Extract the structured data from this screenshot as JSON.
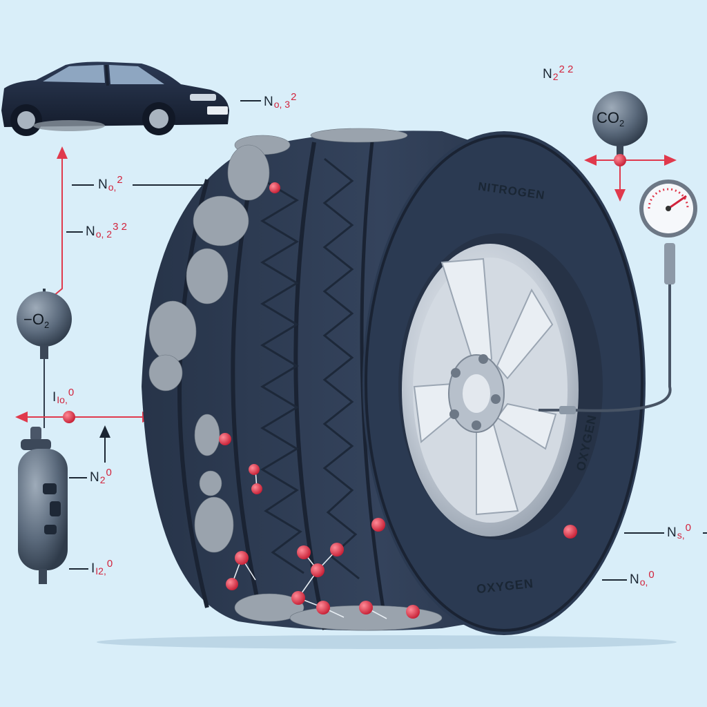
{
  "labels": {
    "car_right": {
      "base": "N",
      "rest": "o, 3",
      "super": "2"
    },
    "top_right": {
      "base": "N",
      "rest": "2",
      "super": "2 2"
    },
    "left_1": {
      "base": "N",
      "rest": "o,",
      "super": "2"
    },
    "left_2": {
      "base": "N",
      "rest": "o, 2",
      "super": "3 2"
    },
    "left_3": {
      "base": "I",
      "rest": "Io,",
      "super": "0"
    },
    "left_4": {
      "base": "N",
      "rest": "2",
      "super": "0"
    },
    "left_5": {
      "base": "I",
      "rest": "I2,",
      "super": "0"
    },
    "right_1": {
      "base": "N",
      "rest": "s,",
      "super": "0"
    },
    "right_2": {
      "base": "N",
      "rest": "o,",
      "super": "0"
    }
  },
  "bulbs": {
    "left": {
      "base": "O",
      "sub": "2",
      "prefix": "−"
    },
    "right": {
      "base": "CO",
      "sub": "2"
    }
  },
  "tire_text": {
    "nitrogen": "NITROGEN",
    "oxygen_side": "OXYGEN",
    "oxygen_bottom": "OXYGEN"
  },
  "icons": [
    "car-icon",
    "tire-icon",
    "pressure-gauge-icon",
    "gas-canister-icon",
    "co2-molecule-icon",
    "o2-molecule-icon"
  ],
  "colors": {
    "background": "#d9eef9",
    "tire": "#2a3a52",
    "molecule_red": "#d2233c",
    "arrow_red": "#e0394c"
  }
}
